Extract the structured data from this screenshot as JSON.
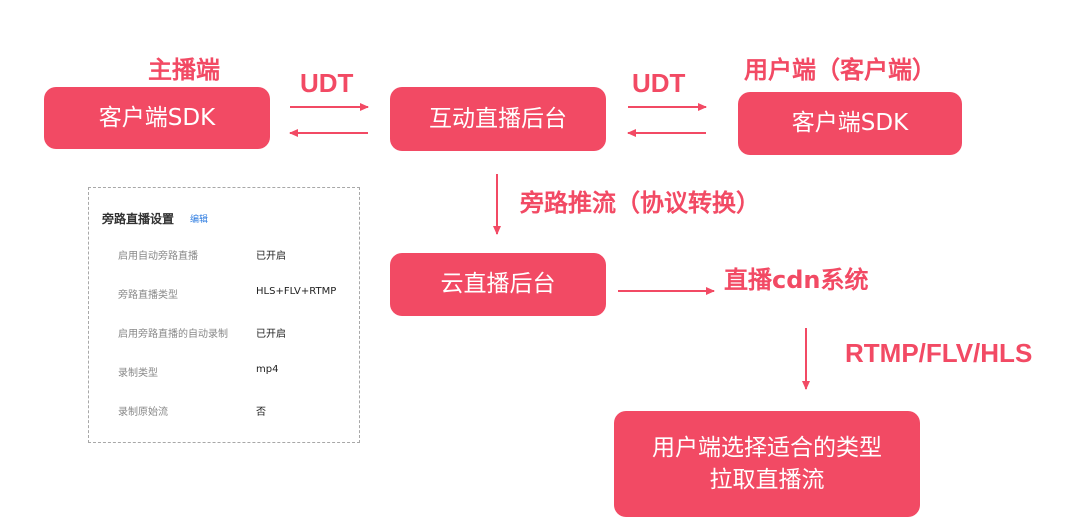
{
  "colors": {
    "accent": "#f24a64",
    "link": "#2f7de1"
  },
  "nodes": {
    "anchor_sdk": "客户端SDK",
    "interactive_backend": "互动直播后台",
    "viewer_sdk": "客户端SDK",
    "cloud_backend": "云直播后台",
    "viewer_pull": [
      "用户端选择适合的类型",
      "拉取直播流"
    ]
  },
  "labels": {
    "anchor": "主播端",
    "udt_left": "UDT",
    "udt_right": "UDT",
    "viewer": "用户端（客户端）",
    "bypass": "旁路推流（协议转换）",
    "cdn": "直播cdn系统",
    "protocols": "RTMP/FLV/HLS"
  },
  "settings_panel": {
    "title": "旁路直播设置",
    "edit_link": "编辑",
    "rows": [
      {
        "label": "启用自动旁路直播",
        "value": "已开启"
      },
      {
        "label": "旁路直播类型",
        "value": "HLS+FLV+RTMP"
      },
      {
        "label": "启用旁路直播的自动录制",
        "value": "已开启"
      },
      {
        "label": "录制类型",
        "value": "mp4"
      },
      {
        "label": "录制原始流",
        "value": "否"
      }
    ]
  }
}
